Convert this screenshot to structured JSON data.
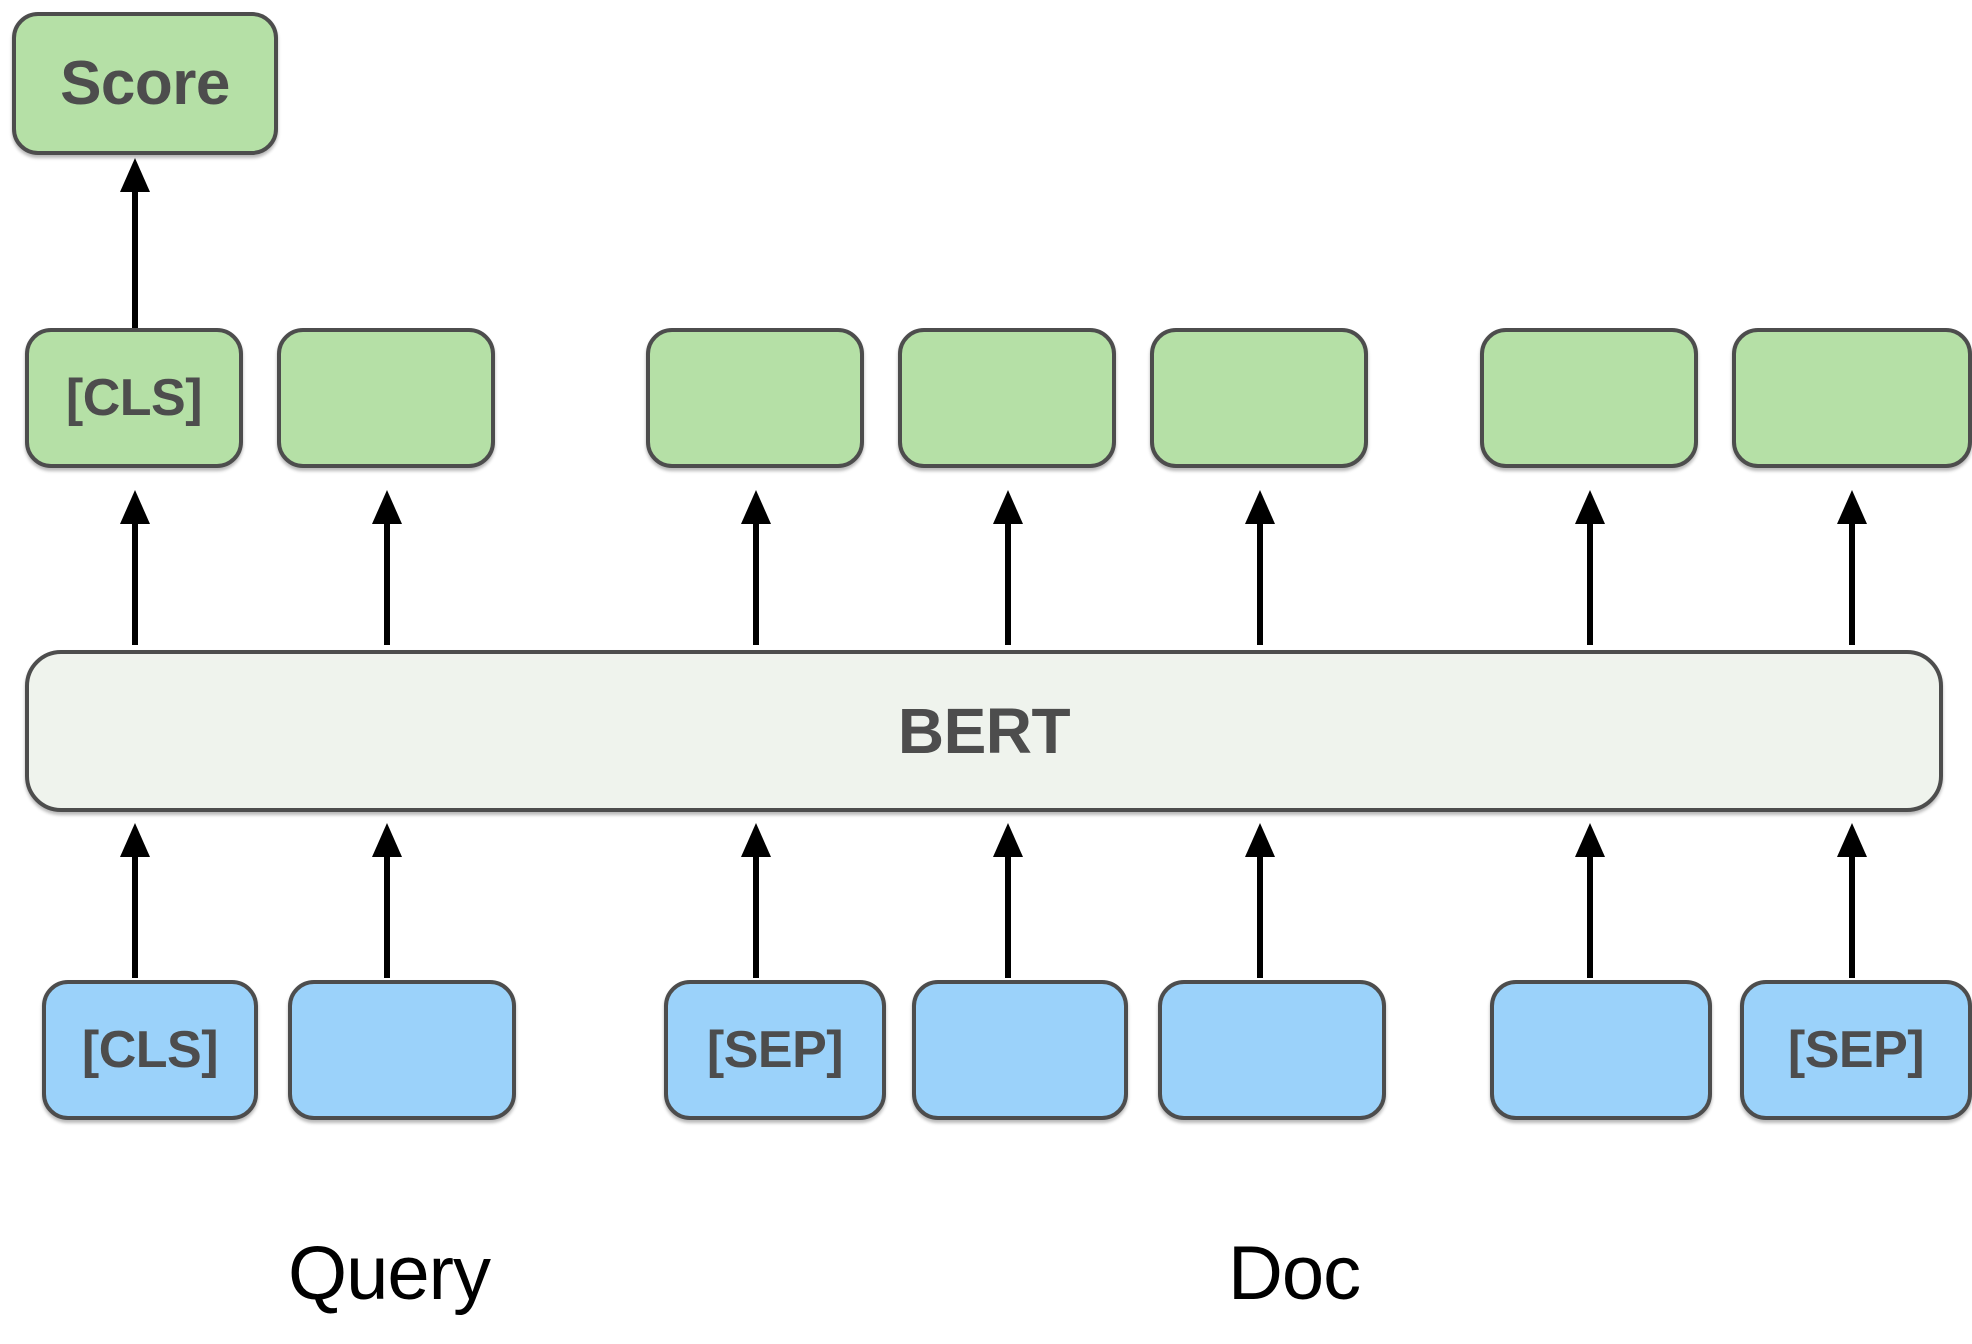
{
  "diagram": {
    "title": "BERT cross-encoder ranking architecture",
    "colors": {
      "green_fill": "#b5e0a6",
      "blue_fill": "#9bd2fa",
      "bert_fill": "#eff3ed",
      "stroke": "#4d4d4d",
      "arrow": "#000000",
      "caption_text": "#000000",
      "background": "#ffffff"
    },
    "score": {
      "label": "Score"
    },
    "encoder": {
      "label": "BERT"
    },
    "output_tokens": [
      {
        "label": "[CLS]"
      },
      {
        "label": ""
      },
      {
        "label": ""
      },
      {
        "label": ""
      },
      {
        "label": ""
      },
      {
        "label": ""
      },
      {
        "label": ""
      }
    ],
    "input_tokens": [
      {
        "label": "[CLS]"
      },
      {
        "label": ""
      },
      {
        "label": "[SEP]"
      },
      {
        "label": ""
      },
      {
        "label": ""
      },
      {
        "label": ""
      },
      {
        "label": "[SEP]"
      }
    ],
    "captions": [
      {
        "label": "Query"
      },
      {
        "label": "Doc"
      }
    ],
    "arrows": {
      "score_arrow": {
        "name": "cls-to-score-arrow"
      },
      "output_arrows_count": 7,
      "input_arrows_count": 7
    }
  }
}
